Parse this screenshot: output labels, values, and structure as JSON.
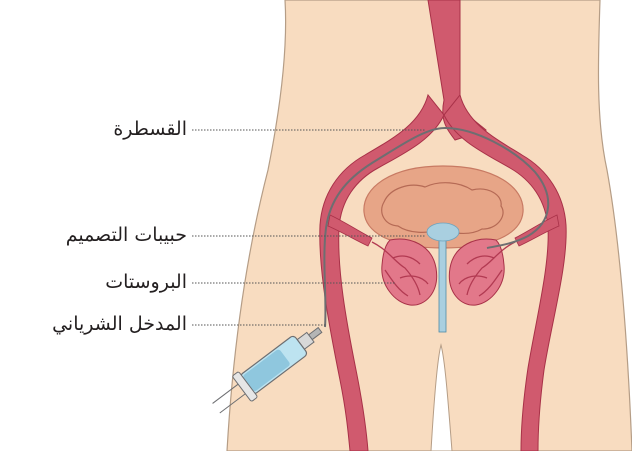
{
  "labels": {
    "catheter": "القسطرة",
    "embolization_beads": "حبيبات التصميم",
    "prostate": "البروستات",
    "arterial_access": "المدخل الشرياني"
  },
  "colors": {
    "skin": "#f8dcc0",
    "skin_outline": "#b59d86",
    "artery": "#d05a6e",
    "artery_outline": "#a83148",
    "bladder": "#e7a587",
    "bladder_outline": "#c87a63",
    "catheter": "#6d6e71",
    "beads": "#a9cfe0",
    "leader_line": "#555555"
  }
}
